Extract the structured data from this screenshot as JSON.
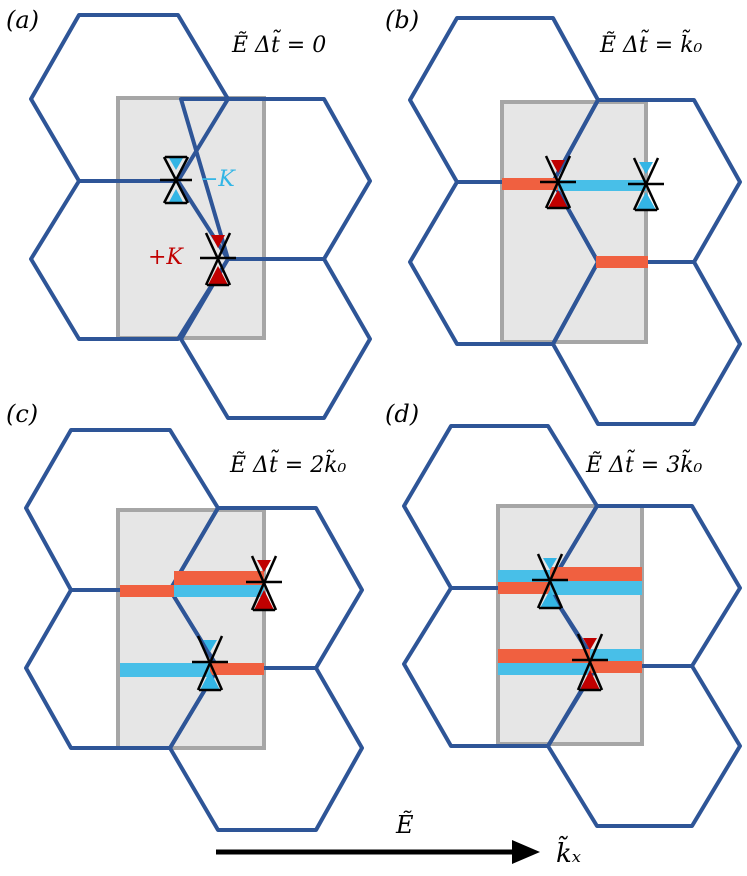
{
  "panels": [
    {
      "label": "(a)",
      "equation": "Ẽ Δt̃ = 0",
      "k_minus_label": "−K",
      "k_plus_label": "+K"
    },
    {
      "label": "(b)",
      "equation": "Ẽ Δt̃ = k̃₀"
    },
    {
      "label": "(c)",
      "equation": "Ẽ Δt̃ = 2k̃₀"
    },
    {
      "label": "(d)",
      "equation": "Ẽ Δt̃ = 3k̃₀"
    }
  ],
  "field": {
    "label": "Ẽ",
    "axis_label": "k̃ₓ"
  },
  "colors": {
    "hexagon": "#2e5597",
    "brillouin_zone_fill": "#e6e6e6",
    "brillouin_zone_edge": "#a6a6a6",
    "red_valley": "#c00000",
    "blue_valley": "#33b5e5",
    "red_stripe": "#f06040",
    "blue_stripe": "#48bfe8"
  }
}
